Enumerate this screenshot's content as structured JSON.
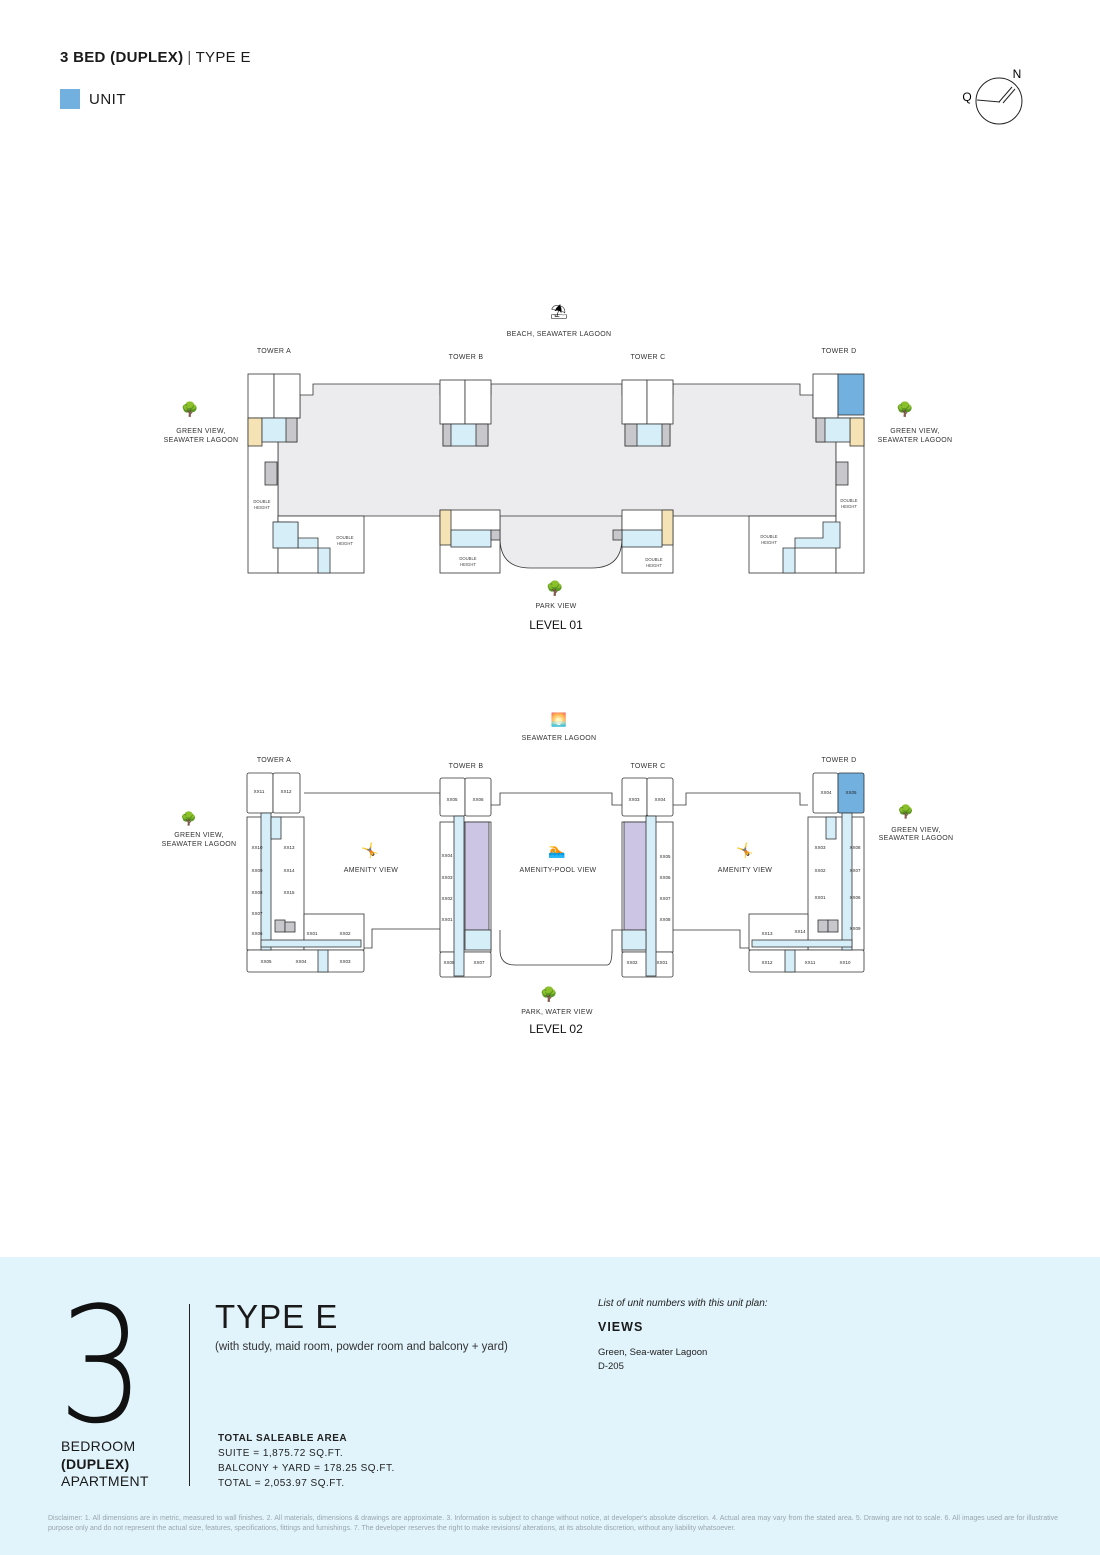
{
  "header": {
    "title_bold": "3 BED (DUPLEX)",
    "separator": "|",
    "title_type": "TYPE E",
    "legend_label": "UNIT",
    "legend_color": "#72b1df",
    "compass": {
      "north": "N",
      "q": "Q"
    }
  },
  "level01": {
    "label": "LEVEL 01",
    "top_view": "BEACH, SEAWATER LAGOON",
    "bottom_view": "PARK VIEW",
    "left_view": [
      "GREEN VIEW,",
      "SEAWATER LAGOON"
    ],
    "right_view": [
      "GREEN VIEW,",
      "SEAWATER LAGOON"
    ],
    "towers": [
      "TOWER A",
      "TOWER B",
      "TOWER C",
      "TOWER D"
    ],
    "double_height": [
      "DOUBLE",
      "HEIGHT"
    ]
  },
  "level02": {
    "label": "LEVEL 02",
    "top_view": "SEAWATER LAGOON",
    "bottom_view": "PARK, WATER VIEW",
    "left_view": [
      "GREEN VIEW,",
      "SEAWATER LAGOON"
    ],
    "right_view": [
      "GREEN VIEW,",
      "SEAWATER LAGOON"
    ],
    "towers": [
      "TOWER A",
      "TOWER B",
      "TOWER C",
      "TOWER D"
    ],
    "amenity_left": "AMENITY VIEW",
    "amenity_center": "AMENITY-POOL VIEW",
    "amenity_right": "AMENITY VIEW",
    "units_a": [
      "XX11",
      "XX12",
      "XX10",
      "XX13",
      "XX09",
      "XX14",
      "XX08",
      "XX15",
      "XX07",
      "XX06",
      "XX01",
      "XX02",
      "XX05",
      "XX04",
      "XX03"
    ],
    "units_b": [
      "XX05",
      "XX06",
      "XX04",
      "XX03",
      "XX02",
      "XX01",
      "XX08",
      "XX07"
    ],
    "units_c": [
      "XX03",
      "XX04",
      "XX05",
      "XX06",
      "XX07",
      "XX08",
      "XX02",
      "XX01"
    ],
    "units_d": [
      "XX04",
      "XX05",
      "XX03",
      "XX08",
      "XX02",
      "XX07",
      "XX01",
      "XX06",
      "XX09",
      "XX13",
      "XX14",
      "XX12",
      "XX11",
      "XX10"
    ]
  },
  "summary": {
    "bedrooms": "3",
    "bedroom_lines": [
      "BEDROOM",
      "(DUPLEX)",
      "APARTMENT"
    ],
    "type": "TYPE E",
    "type_desc": "(with study, maid room, powder room and balcony + yard)",
    "area_heading": "TOTAL SALEABLE AREA",
    "suite": "SUITE = 1,875.72 SQ.FT.",
    "balcony": "BALCONY + YARD = 178.25 SQ.FT.",
    "total": "TOTAL = 2,053.97 SQ.FT.",
    "list_heading": "List of unit numbers with this unit plan:",
    "views_heading": "VIEWS",
    "views_value": "Green, Sea-water Lagoon",
    "unit_number": "D-205"
  },
  "disclaimer": "Disclaimer: 1. All dimensions are in metric, measured to wall finishes. 2. All materials, dimensions & drawings are approximate. 3. Information is subject to change without notice, at developer's absolute discretion. 4. Actual area may vary from the stated area. 5. Drawing are not to scale. 6. All images used are for illustrative purpose only and do not represent the actual size, features, specifications, fittings and furnishings. 7. The developer reserves the right to make revisions/ alterations, at its absolute discretion, without any liability whatsoever."
}
